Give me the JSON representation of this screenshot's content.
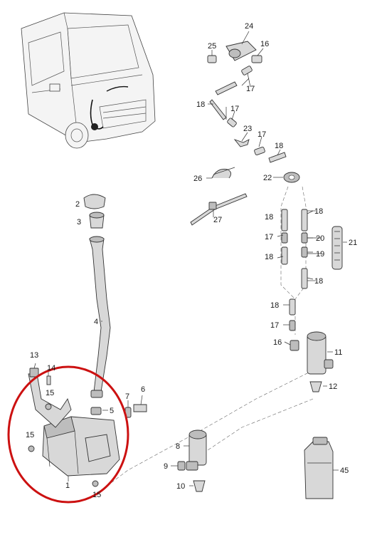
{
  "highlight_color": "#cc1111",
  "callouts": [
    {
      "id": "c24",
      "label": "24"
    },
    {
      "id": "c25",
      "label": "25"
    },
    {
      "id": "c16a",
      "label": "16"
    },
    {
      "id": "c17a",
      "label": "17"
    },
    {
      "id": "c18a",
      "label": "18"
    },
    {
      "id": "c17b",
      "label": "17"
    },
    {
      "id": "c23",
      "label": "23"
    },
    {
      "id": "c17c",
      "label": "17"
    },
    {
      "id": "c18b",
      "label": "18"
    },
    {
      "id": "c26",
      "label": "26"
    },
    {
      "id": "c22",
      "label": "22"
    },
    {
      "id": "c2",
      "label": "2"
    },
    {
      "id": "c3",
      "label": "3"
    },
    {
      "id": "c27",
      "label": "27"
    },
    {
      "id": "c18c",
      "label": "18"
    },
    {
      "id": "c18d",
      "label": "18"
    },
    {
      "id": "c17d",
      "label": "17"
    },
    {
      "id": "c20",
      "label": "20"
    },
    {
      "id": "c21",
      "label": "21"
    },
    {
      "id": "c18e",
      "label": "18"
    },
    {
      "id": "c19",
      "label": "19"
    },
    {
      "id": "c18f",
      "label": "18"
    },
    {
      "id": "c4",
      "label": "4"
    },
    {
      "id": "c18g",
      "label": "18"
    },
    {
      "id": "c17e",
      "label": "17"
    },
    {
      "id": "c16b",
      "label": "16"
    },
    {
      "id": "c11",
      "label": "11"
    },
    {
      "id": "c13",
      "label": "13"
    },
    {
      "id": "c14",
      "label": "14"
    },
    {
      "id": "c15a",
      "label": "15"
    },
    {
      "id": "c12",
      "label": "12"
    },
    {
      "id": "c6",
      "label": "6"
    },
    {
      "id": "c7",
      "label": "7"
    },
    {
      "id": "c5",
      "label": "5"
    },
    {
      "id": "c15b",
      "label": "15"
    },
    {
      "id": "c8",
      "label": "8"
    },
    {
      "id": "c9",
      "label": "9"
    },
    {
      "id": "c45",
      "label": "45"
    },
    {
      "id": "c1",
      "label": "1"
    },
    {
      "id": "c10",
      "label": "10"
    },
    {
      "id": "c15c",
      "label": "15"
    }
  ]
}
